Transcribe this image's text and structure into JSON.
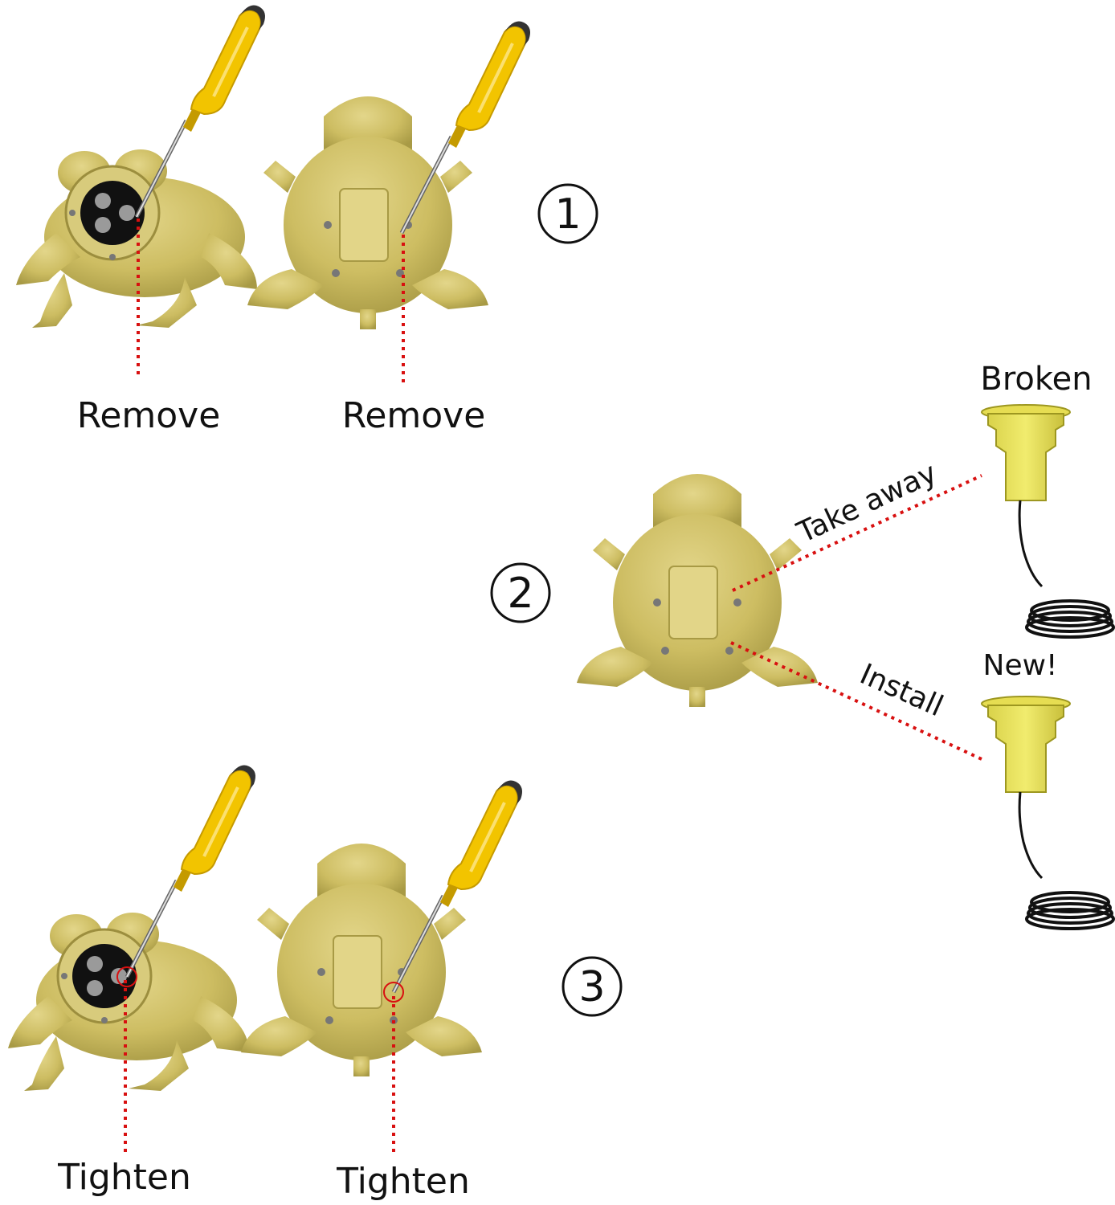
{
  "steps": [
    {
      "number": "1",
      "labels": [
        "Remove",
        "Remove"
      ]
    },
    {
      "number": "2",
      "take_away_label": "Take away",
      "install_label": "Install",
      "broken_label": "Broken",
      "new_label": "New!"
    },
    {
      "number": "3",
      "labels": [
        "Tighten",
        "Tighten"
      ]
    }
  ],
  "colors": {
    "frog_gold": "#cdbd62",
    "frog_shadow": "#a89a45",
    "screwdriver_yellow": "#f2c400",
    "light_yellow": "#e9e35a",
    "cable": "#111111",
    "leader_red": "#d81010"
  },
  "icons": [
    "frog-statue",
    "screwdriver-icon",
    "solar-light-module",
    "coiled-cable"
  ]
}
